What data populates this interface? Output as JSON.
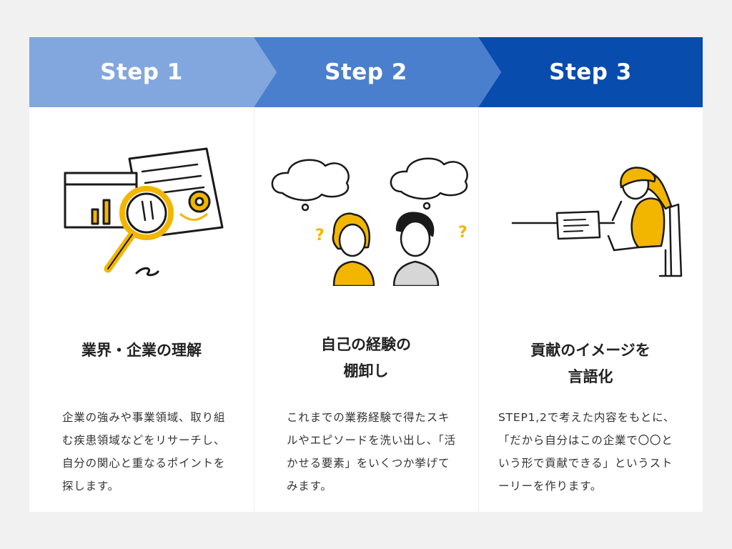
{
  "steps": [
    {
      "label": "Step 1",
      "title_lines": [
        "業界・企業の理解"
      ],
      "description": "企業の強みや事業領域、取り組む疾患領域などをリサーチし、自分の関心と重なるポイントを探します。",
      "illustration": "magnifier-document-icon",
      "color": "#82a7de"
    },
    {
      "label": "Step 2",
      "title_lines": [
        "自己の経験の",
        "棚卸し"
      ],
      "description": "これまでの業務経験で得たスキルやエピソードを洗い出し、「活かせる要素」をいくつか挙げてみます。",
      "illustration": "thinking-people-icon",
      "color": "#4a7fcd"
    },
    {
      "label": "Step 3",
      "title_lines": [
        "貢献のイメージを",
        "言語化"
      ],
      "description": "STEP1,2で考えた内容をもとに、「だから自分はこの企業で〇〇という形で貢献できる」というストーリーを作ります。",
      "illustration": "writing-woman-icon",
      "color": "#084cae"
    }
  ]
}
